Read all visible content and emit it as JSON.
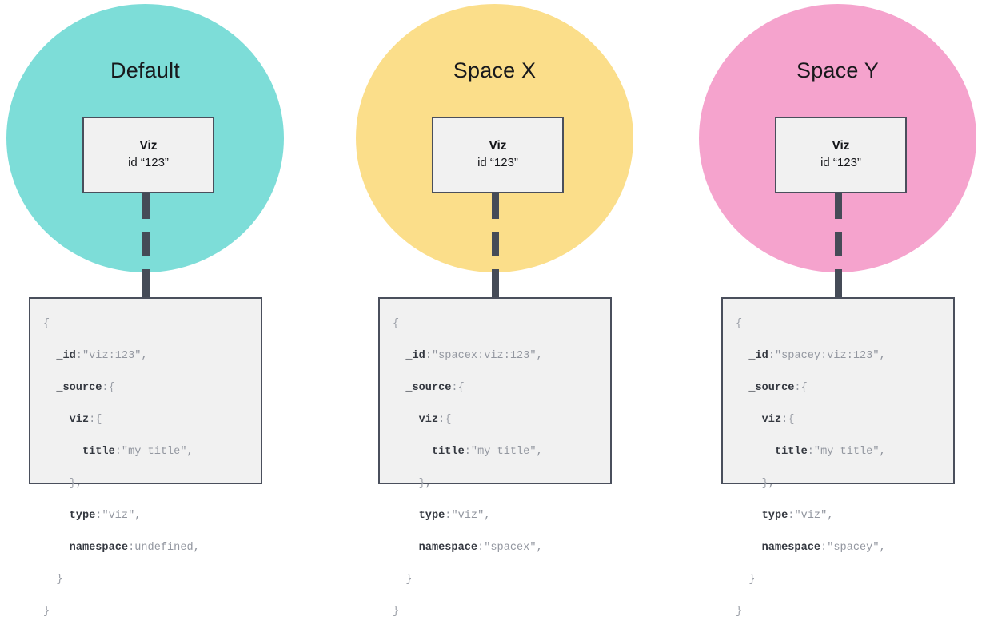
{
  "columns": [
    {
      "space_label": "Default",
      "circle_color": "#7dddd8",
      "node": {
        "title": "Viz",
        "subtitle": "id “123”"
      },
      "code_lines": [
        [
          {
            "t": "brace",
            "s": "{"
          }
        ],
        [
          {
            "t": "key",
            "s": "  _id"
          },
          {
            "t": "pun",
            "s": ":"
          },
          {
            "t": "val",
            "s": "\"viz:123\""
          },
          {
            "t": "pun",
            "s": ","
          }
        ],
        [
          {
            "t": "key",
            "s": "  _source"
          },
          {
            "t": "pun",
            "s": ":"
          },
          {
            "t": "brace",
            "s": "{"
          }
        ],
        [
          {
            "t": "key",
            "s": "    viz"
          },
          {
            "t": "pun",
            "s": ":"
          },
          {
            "t": "brace",
            "s": "{"
          }
        ],
        [
          {
            "t": "key",
            "s": "      title"
          },
          {
            "t": "pun",
            "s": ":"
          },
          {
            "t": "val",
            "s": "\"my title\""
          },
          {
            "t": "pun",
            "s": ","
          }
        ],
        [
          {
            "t": "brace",
            "s": "    }"
          },
          {
            "t": "pun",
            "s": ","
          }
        ],
        [
          {
            "t": "key",
            "s": "    type"
          },
          {
            "t": "pun",
            "s": ":"
          },
          {
            "t": "val",
            "s": "\"viz\""
          },
          {
            "t": "pun",
            "s": ","
          }
        ],
        [
          {
            "t": "key",
            "s": "    namespace"
          },
          {
            "t": "pun",
            "s": ":"
          },
          {
            "t": "val",
            "s": "undefined"
          },
          {
            "t": "pun",
            "s": ","
          }
        ],
        [
          {
            "t": "brace",
            "s": "  }"
          }
        ],
        [
          {
            "t": "brace",
            "s": "}"
          }
        ]
      ]
    },
    {
      "space_label": "Space X",
      "circle_color": "#fbde8a",
      "node": {
        "title": "Viz",
        "subtitle": "id “123”"
      },
      "code_lines": [
        [
          {
            "t": "brace",
            "s": "{"
          }
        ],
        [
          {
            "t": "key",
            "s": "  _id"
          },
          {
            "t": "pun",
            "s": ":"
          },
          {
            "t": "val",
            "s": "\"spacex:viz:123\""
          },
          {
            "t": "pun",
            "s": ","
          }
        ],
        [
          {
            "t": "key",
            "s": "  _source"
          },
          {
            "t": "pun",
            "s": ":"
          },
          {
            "t": "brace",
            "s": "{"
          }
        ],
        [
          {
            "t": "key",
            "s": "    viz"
          },
          {
            "t": "pun",
            "s": ":"
          },
          {
            "t": "brace",
            "s": "{"
          }
        ],
        [
          {
            "t": "key",
            "s": "      title"
          },
          {
            "t": "pun",
            "s": ":"
          },
          {
            "t": "val",
            "s": "\"my title\""
          },
          {
            "t": "pun",
            "s": ","
          }
        ],
        [
          {
            "t": "brace",
            "s": "    }"
          },
          {
            "t": "pun",
            "s": ","
          }
        ],
        [
          {
            "t": "key",
            "s": "    type"
          },
          {
            "t": "pun",
            "s": ":"
          },
          {
            "t": "val",
            "s": "\"viz\""
          },
          {
            "t": "pun",
            "s": ","
          }
        ],
        [
          {
            "t": "key",
            "s": "    namespace"
          },
          {
            "t": "pun",
            "s": ":"
          },
          {
            "t": "val",
            "s": "\"spacex\""
          },
          {
            "t": "pun",
            "s": ","
          }
        ],
        [
          {
            "t": "brace",
            "s": "  }"
          }
        ],
        [
          {
            "t": "brace",
            "s": "}"
          }
        ]
      ]
    },
    {
      "space_label": "Space Y",
      "circle_color": "#f5a3cd",
      "node": {
        "title": "Viz",
        "subtitle": "id “123”"
      },
      "code_lines": [
        [
          {
            "t": "brace",
            "s": "{"
          }
        ],
        [
          {
            "t": "key",
            "s": "  _id"
          },
          {
            "t": "pun",
            "s": ":"
          },
          {
            "t": "val",
            "s": "\"spacey:viz:123\""
          },
          {
            "t": "pun",
            "s": ","
          }
        ],
        [
          {
            "t": "key",
            "s": "  _source"
          },
          {
            "t": "pun",
            "s": ":"
          },
          {
            "t": "brace",
            "s": "{"
          }
        ],
        [
          {
            "t": "key",
            "s": "    viz"
          },
          {
            "t": "pun",
            "s": ":"
          },
          {
            "t": "brace",
            "s": "{"
          }
        ],
        [
          {
            "t": "key",
            "s": "      title"
          },
          {
            "t": "pun",
            "s": ":"
          },
          {
            "t": "val",
            "s": "\"my title\""
          },
          {
            "t": "pun",
            "s": ","
          }
        ],
        [
          {
            "t": "brace",
            "s": "    }"
          },
          {
            "t": "pun",
            "s": ","
          }
        ],
        [
          {
            "t": "key",
            "s": "    type"
          },
          {
            "t": "pun",
            "s": ":"
          },
          {
            "t": "val",
            "s": "\"viz\""
          },
          {
            "t": "pun",
            "s": ","
          }
        ],
        [
          {
            "t": "key",
            "s": "    namespace"
          },
          {
            "t": "pun",
            "s": ":"
          },
          {
            "t": "val",
            "s": "\"spacey\""
          },
          {
            "t": "pun",
            "s": ","
          }
        ],
        [
          {
            "t": "brace",
            "s": "  }"
          }
        ],
        [
          {
            "t": "brace",
            "s": "}"
          }
        ]
      ]
    }
  ]
}
